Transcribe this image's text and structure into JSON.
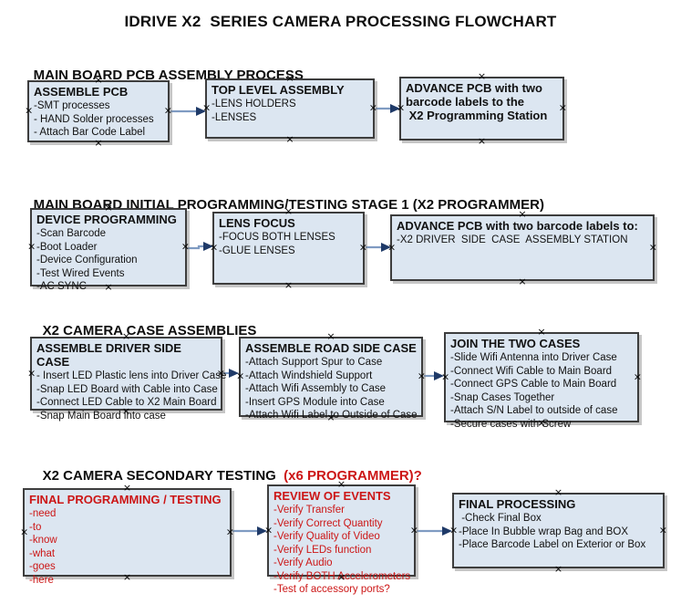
{
  "title": "IDRIVE X2  SERIES CAMERA PROCESSING FLOWCHART",
  "colors": {
    "box_fill": "#dce6f1",
    "box_border": "#3d3d3d",
    "arrow_line": "#7f9bc2",
    "arrow_head": "#1f3a68",
    "red": "#cc1616"
  },
  "sections": [
    {
      "heading": "MAIN BOARD PCB ASSEMBLY PROCESS",
      "heading_suffix": "",
      "boxes": [
        {
          "title": "ASSEMBLE PCB",
          "lines": [
            "-SMT processes",
            "- HAND Solder processes",
            "- Attach Bar Code Label"
          ]
        },
        {
          "title": "TOP LEVEL ASSEMBLY",
          "lines": [
            "-LENS HOLDERS",
            "-LENSES"
          ]
        },
        {
          "title": "ADVANCE PCB with two\nbarcode labels to the\n X2 Programming Station",
          "lines": []
        }
      ]
    },
    {
      "heading": "MAIN BOARD INITIAL PROGRAMMING/TESTING STAGE 1 (X2 PROGRAMMER)",
      "heading_suffix": "",
      "boxes": [
        {
          "title": "DEVICE PROGRAMMING",
          "lines": [
            "-Scan Barcode",
            "-Boot Loader",
            "-Device Configuration",
            "-Test Wired Events",
            "-AC SYNC"
          ]
        },
        {
          "title": "LENS FOCUS",
          "lines": [
            "-FOCUS BOTH LENSES",
            "-GLUE LENSES"
          ]
        },
        {
          "title": "ADVANCE PCB with two barcode labels to:",
          "lines": [
            "-X2 DRIVER  SIDE  CASE  ASSEMBLY STATION"
          ]
        }
      ]
    },
    {
      "heading": "X2 CAMERA CASE ASSEMBLIES",
      "heading_suffix": "",
      "boxes": [
        {
          "title": "ASSEMBLE DRIVER SIDE CASE",
          "lines": [
            "- Insert LED Plastic lens into Driver Case",
            "-Snap LED Board with Cable into Case",
            "-Connect LED Cable to X2 Main Board",
            "-Snap Main Board into case"
          ]
        },
        {
          "title": "ASSEMBLE ROAD SIDE CASE",
          "lines": [
            "-Attach Support Spur to Case",
            "-Attach Windshield Support",
            "-Attach Wifi Assembly to Case",
            "-Insert GPS Module into Case",
            "-Attach Wifi Label to Outside of Case"
          ]
        },
        {
          "title": "JOIN THE TWO CASES",
          "lines": [
            "-Slide Wifi Antenna into Driver Case",
            "-Connect Wifi Cable to Main Board",
            "-Connect GPS Cable to Main Board",
            "-Snap Cases Together",
            "-Attach S/N Label to outside of case",
            "-Secure cases with Screw"
          ]
        }
      ]
    },
    {
      "heading": "X2 CAMERA SECONDARY TESTING  ",
      "heading_suffix": "(x6 PROGRAMMER)?",
      "boxes": [
        {
          "title": "FINAL PROGRAMMING / TESTING",
          "lines": [
            "-need",
            "-to",
            "-know",
            "-what",
            "-goes",
            "-here"
          ]
        },
        {
          "title": "REVIEW OF EVENTS",
          "lines": [
            "-Verify Transfer",
            "-Verify Correct Quantity",
            "-Verify Quality of Video",
            "-Verify LEDs function",
            "-Verify Audio",
            "-Verify BOTH Accelerometers",
            "-Test of accessory ports?"
          ]
        },
        {
          "title": "FINAL PROCESSING",
          "lines": [
            " -Check Final Box",
            "-Place In Bubble wrap Bag and BOX",
            "-Place Barcode Label on Exterior or Box"
          ]
        }
      ]
    }
  ]
}
